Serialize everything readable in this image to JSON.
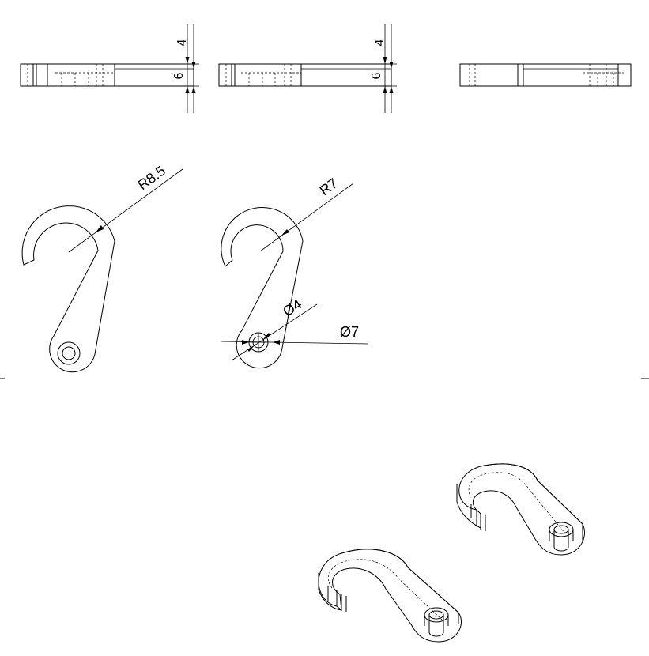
{
  "top_views": {
    "dim_top_label": "4",
    "dim_side_label": "6"
  },
  "front_views": {
    "hook_left_radius_label": "R8.5",
    "hook_right_radius_label": "R7",
    "hole_diameter_label": "Ø4",
    "boss_diameter_label": "Ø7"
  }
}
